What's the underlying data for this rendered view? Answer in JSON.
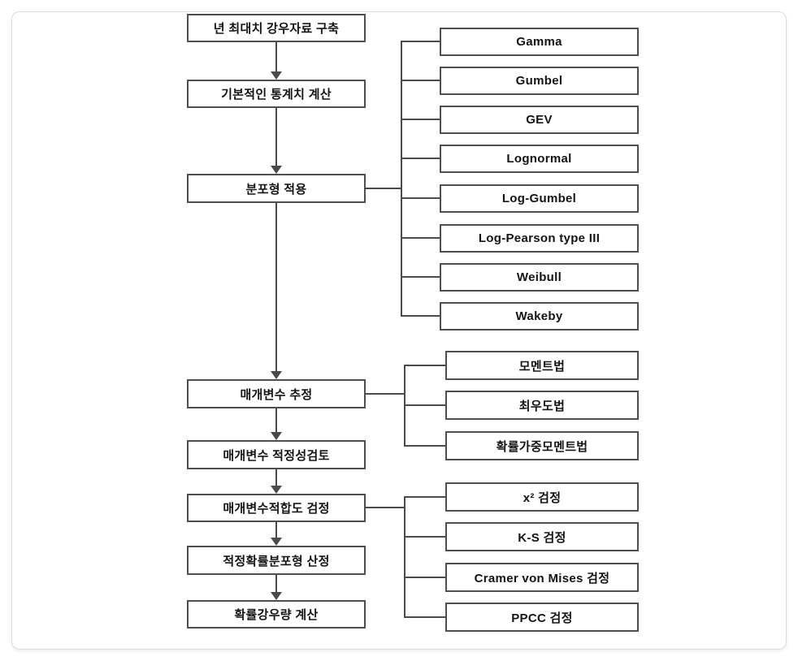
{
  "colors": {
    "box_border": "#4f4f4f",
    "line": "#4a4a4a",
    "text": "#141414",
    "box_background": "#ffffff",
    "card_border": "#dcdcdc"
  },
  "flow": {
    "steps": [
      {
        "label": "년 최대치 강우자료 구축"
      },
      {
        "label": "기본적인 통계치 계산"
      },
      {
        "label": "분포형 적용"
      },
      {
        "label": "매개변수 추정"
      },
      {
        "label": "매개변수 적정성검토"
      },
      {
        "label": "매개변수적합도 검정"
      },
      {
        "label": "적정확률분포형 산정"
      },
      {
        "label": "확률강우량 계산"
      }
    ]
  },
  "branches": [
    {
      "source": "분포형 적용",
      "items": [
        "Gamma",
        "Gumbel",
        "GEV",
        "Lognormal",
        "Log-Gumbel",
        "Log-Pearson type III",
        "Weibull",
        "Wakeby"
      ]
    },
    {
      "source": "매개변수 추정",
      "items": [
        "모멘트법",
        "최우도법",
        "확률가중모멘트법"
      ]
    },
    {
      "source": "매개변수적합도 검정",
      "items": [
        "x² 검정",
        "K-S 검정",
        "Cramer von Mises 검정",
        "PPCC 검정"
      ]
    }
  ]
}
